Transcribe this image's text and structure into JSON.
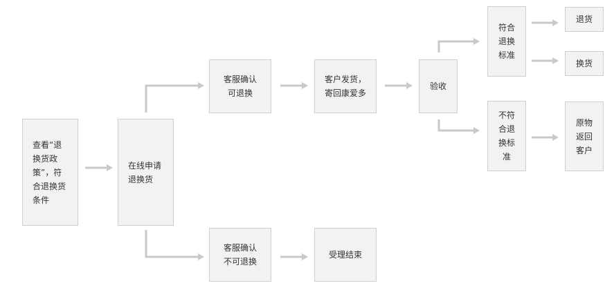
{
  "nodes": {
    "check_policy": "查看“退\n换货政\n策”，符\n合退换货\n条件",
    "apply_online": "在线申请\n退换货",
    "cs_confirm_ok": "客服确认\n可退换",
    "cs_confirm_no": "客服确认\n不可退换",
    "customer_ship": "客户发货，\n寄回康爱多",
    "inspect": "验收",
    "meets_standard": "符合\n退换\n标准",
    "not_meets_standard": "不符\n合退\n换标\n准",
    "return_goods": "退货",
    "exchange_goods": "换货",
    "return_original": "原物\n返回\n客户",
    "accept_end": "受理结束"
  }
}
